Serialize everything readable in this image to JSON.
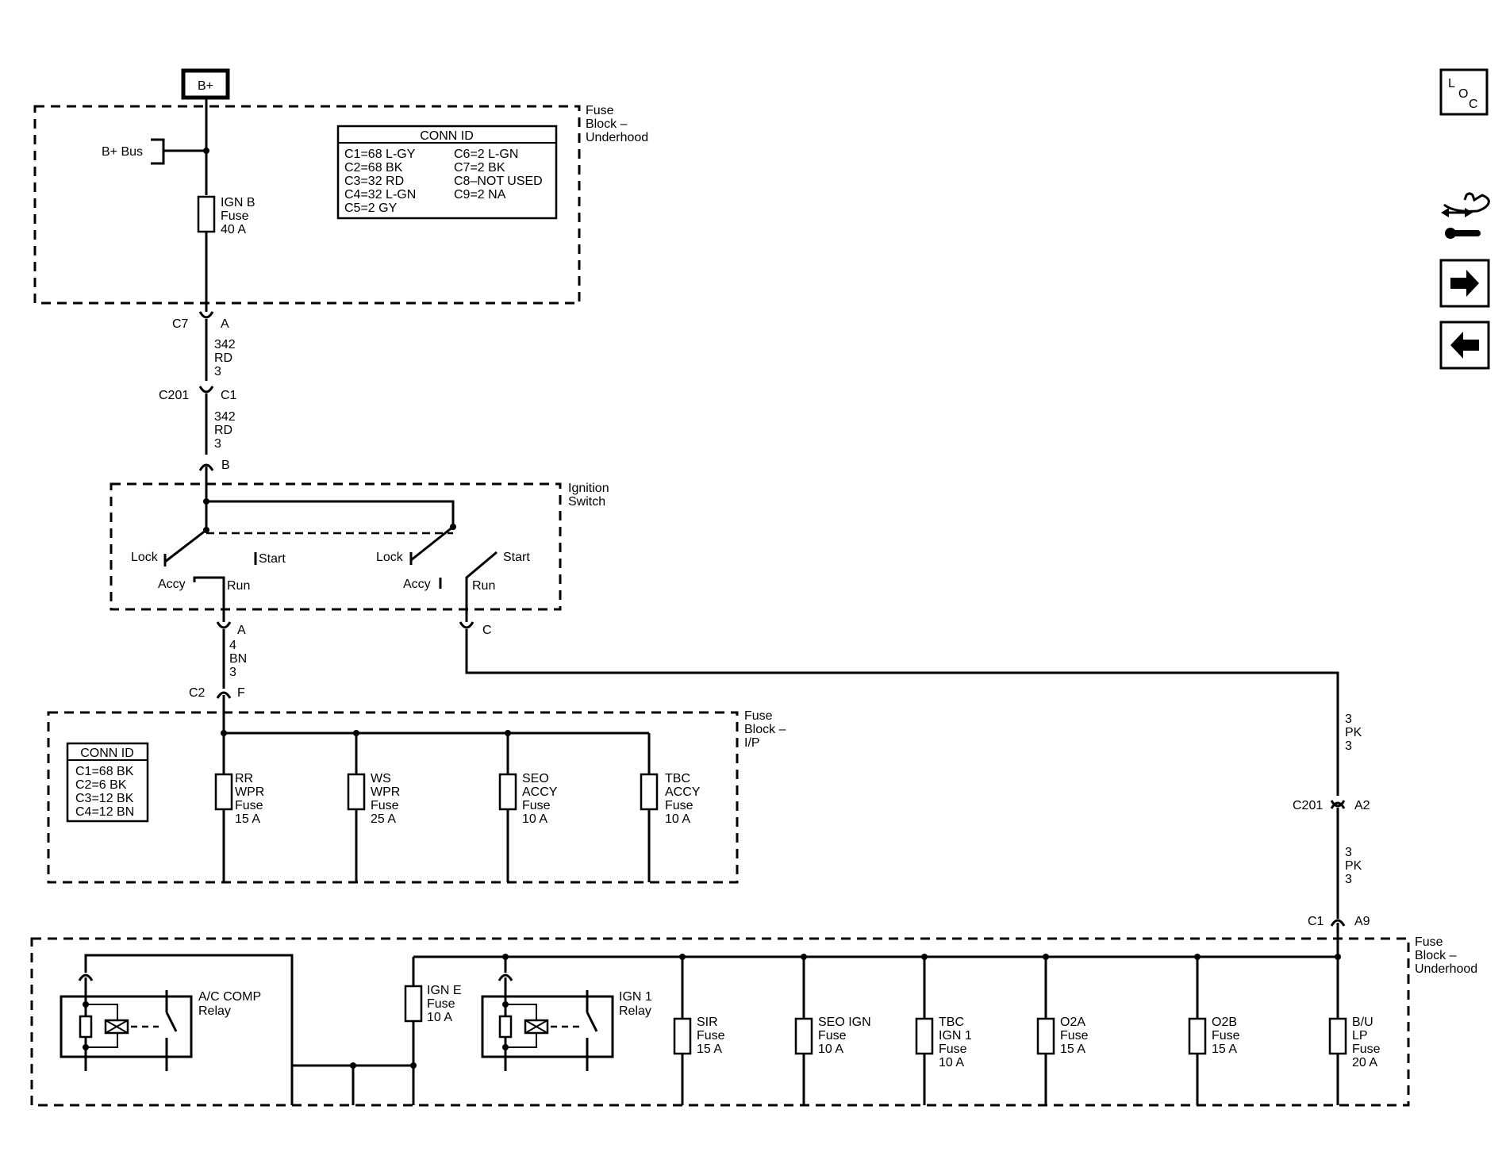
{
  "bplus": "B+",
  "bplus_bus": "B+ Bus",
  "fb_uh_top": [
    "Fuse",
    "Block –",
    "Underhood"
  ],
  "conn_top": {
    "title": "CONN ID",
    "left": [
      "C1=68 L-GY",
      "C2=68 BK",
      "C3=32 RD",
      "C4=32 L-GN",
      "C5=2 GY"
    ],
    "right": [
      "C6=2 L-GN",
      "C7=2 BK",
      "C8–NOT USED",
      "C9=2 NA"
    ]
  },
  "ign_b": [
    "IGN B",
    "Fuse",
    "40 A"
  ],
  "c7": {
    "name": "C7",
    "pin": "A"
  },
  "wire1": [
    "342",
    "RD",
    "3"
  ],
  "c201": {
    "name": "C201",
    "pin": "C1"
  },
  "wire2": [
    "342",
    "RD",
    "3"
  ],
  "pin_b": "B",
  "ign_switch": [
    "Ignition",
    "Switch"
  ],
  "sw": {
    "lock": "Lock",
    "start": "Start",
    "accy": "Accy",
    "run": "Run"
  },
  "pin_a": "A",
  "pin_c": "C",
  "wire3": [
    "4",
    "BN",
    "3"
  ],
  "c2": {
    "name": "C2",
    "pin": "F"
  },
  "fb_ip": [
    "Fuse",
    "Block –",
    "I/P"
  ],
  "conn_ip": {
    "title": "CONN ID",
    "lines": [
      "C1=68 BK",
      "C2=6 BK",
      "C3=12 BK",
      "C4=12 BN"
    ]
  },
  "ip_fuses": [
    [
      "RR",
      "WPR",
      "Fuse",
      "15 A"
    ],
    [
      "WS",
      "WPR",
      "Fuse",
      "25 A"
    ],
    [
      "SEO",
      "ACCY",
      "Fuse",
      "10 A"
    ],
    [
      "TBC",
      "ACCY",
      "Fuse",
      "10 A"
    ]
  ],
  "wire4": [
    "3",
    "PK",
    "3"
  ],
  "c201_a2": {
    "name": "C201",
    "pin": "A2"
  },
  "wire5": [
    "3",
    "PK",
    "3"
  ],
  "c1_a9": {
    "name": "C1",
    "pin": "A9"
  },
  "fb_uh_bottom": [
    "Fuse",
    "Block –",
    "Underhood"
  ],
  "ac_relay": [
    "A/C COMP",
    "Relay"
  ],
  "ign_e": [
    "IGN E",
    "Fuse",
    "10 A"
  ],
  "ign1_relay": [
    "IGN 1",
    "Relay"
  ],
  "uh_fuses": [
    [
      "SIR",
      "Fuse",
      "15 A"
    ],
    [
      "SEO IGN",
      "Fuse",
      "10 A"
    ],
    [
      "TBC",
      "IGN 1",
      "Fuse",
      "10 A"
    ],
    [
      "O2A",
      "Fuse",
      "15 A"
    ],
    [
      "O2B",
      "Fuse",
      "15 A"
    ],
    [
      "B/U",
      "LP",
      "Fuse",
      "20 A"
    ]
  ],
  "loc": {
    "l": "L",
    "o": "O",
    "c": "C"
  }
}
